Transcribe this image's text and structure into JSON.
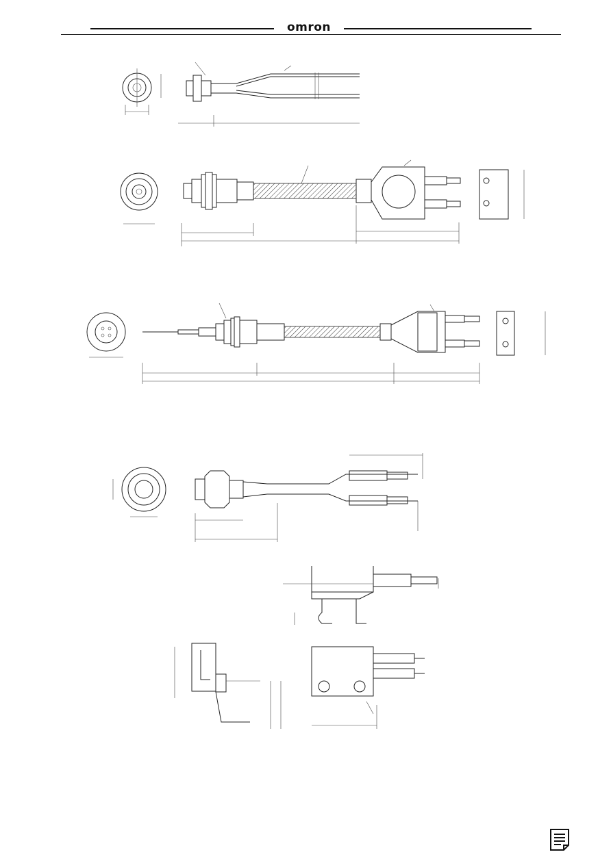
{
  "header": {
    "brand": "omron"
  },
  "figures": [
    {
      "name": "fiber-drawing-1",
      "view": "thin-fiber"
    },
    {
      "name": "fiber-drawing-2",
      "view": "threaded-head-with-sleeve"
    },
    {
      "name": "fiber-drawing-3",
      "view": "long-probe-threaded"
    },
    {
      "name": "fiber-drawing-4",
      "view": "hex-nut-y-split"
    },
    {
      "name": "bracket-drawing",
      "view": "mounting-bracket"
    }
  ],
  "footer": {
    "icon": "note-icon"
  }
}
